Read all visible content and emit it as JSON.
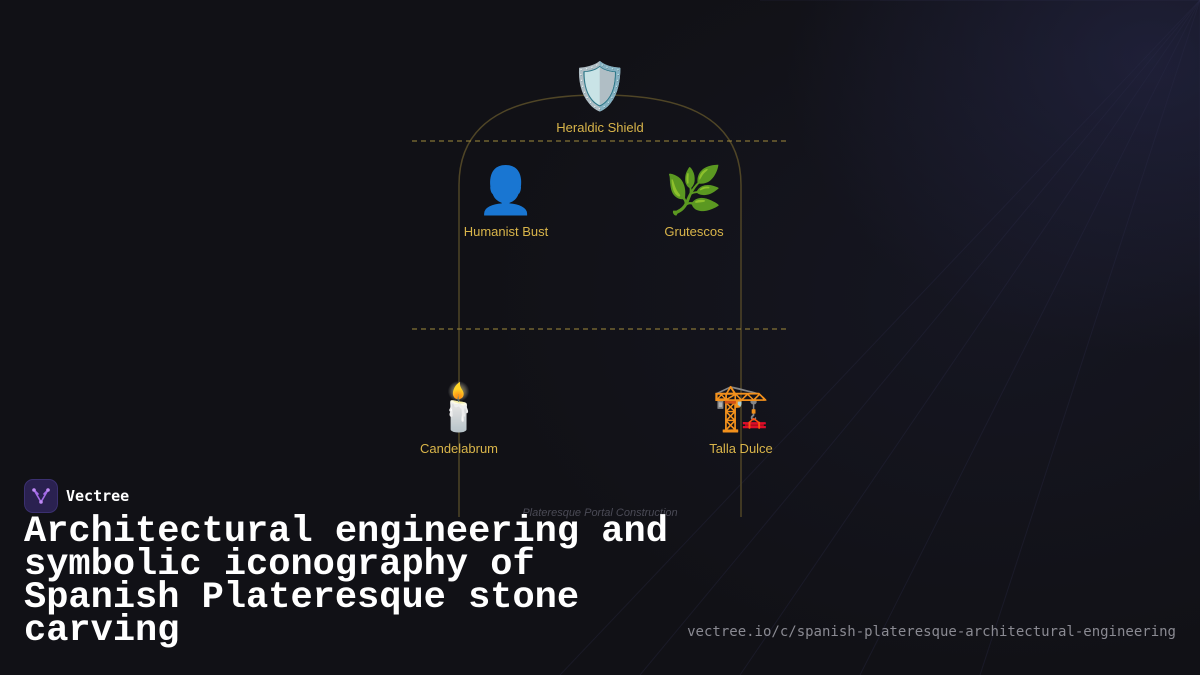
{
  "brand": {
    "name": "Vectree",
    "logo_icon": "vectree-logo-icon",
    "logo_color": "#a46be8"
  },
  "title": "Architectural engineering and symbolic iconography of Spanish Plateresque stone carving",
  "url": "vectree.io/c/spanish-plateresque-architectural-engineering",
  "diagram": {
    "caption": "Plateresque Portal Construction",
    "accent_color": "#d9b54a",
    "nodes": [
      {
        "id": "shield",
        "emoji": "🛡️",
        "icon": "shield-icon",
        "label": "Heraldic Shield"
      },
      {
        "id": "bust",
        "emoji": "👤",
        "icon": "bust-icon",
        "label": "Humanist Bust"
      },
      {
        "id": "grutescos",
        "emoji": "🌿",
        "icon": "herb-icon",
        "label": "Grutescos"
      },
      {
        "id": "candelabrum",
        "emoji": "🕯️",
        "icon": "candle-icon",
        "label": "Candelabrum"
      },
      {
        "id": "talla",
        "emoji": "🏗️",
        "icon": "crane-icon",
        "label": "Talla Dulce"
      }
    ]
  }
}
